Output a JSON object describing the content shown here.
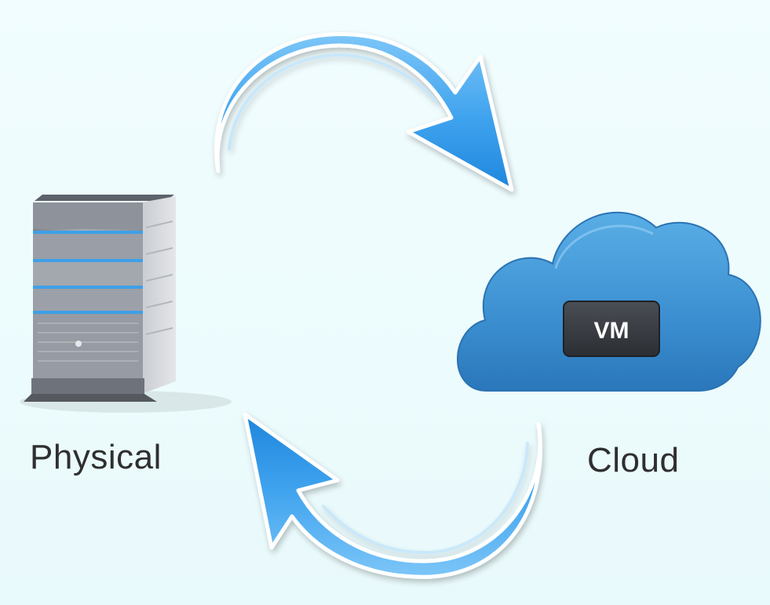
{
  "nodes": {
    "physical": {
      "label": "Physical",
      "icon": "server-tower-icon"
    },
    "cloud": {
      "label": "Cloud",
      "icon": "cloud-icon",
      "badge": "VM"
    }
  },
  "arrows": {
    "top": {
      "icon": "curved-arrow-right-icon"
    },
    "bottom": {
      "icon": "curved-arrow-left-icon"
    }
  },
  "colors": {
    "background": "#eefbfd",
    "arrow_blue": "#3fa4ee",
    "cloud_blue": "#3c8fd0",
    "server_gray": "#8a8f99",
    "server_stripe": "#3da0e8",
    "badge_bg": "#3b3e43",
    "label_text": "#2f2f2f"
  }
}
